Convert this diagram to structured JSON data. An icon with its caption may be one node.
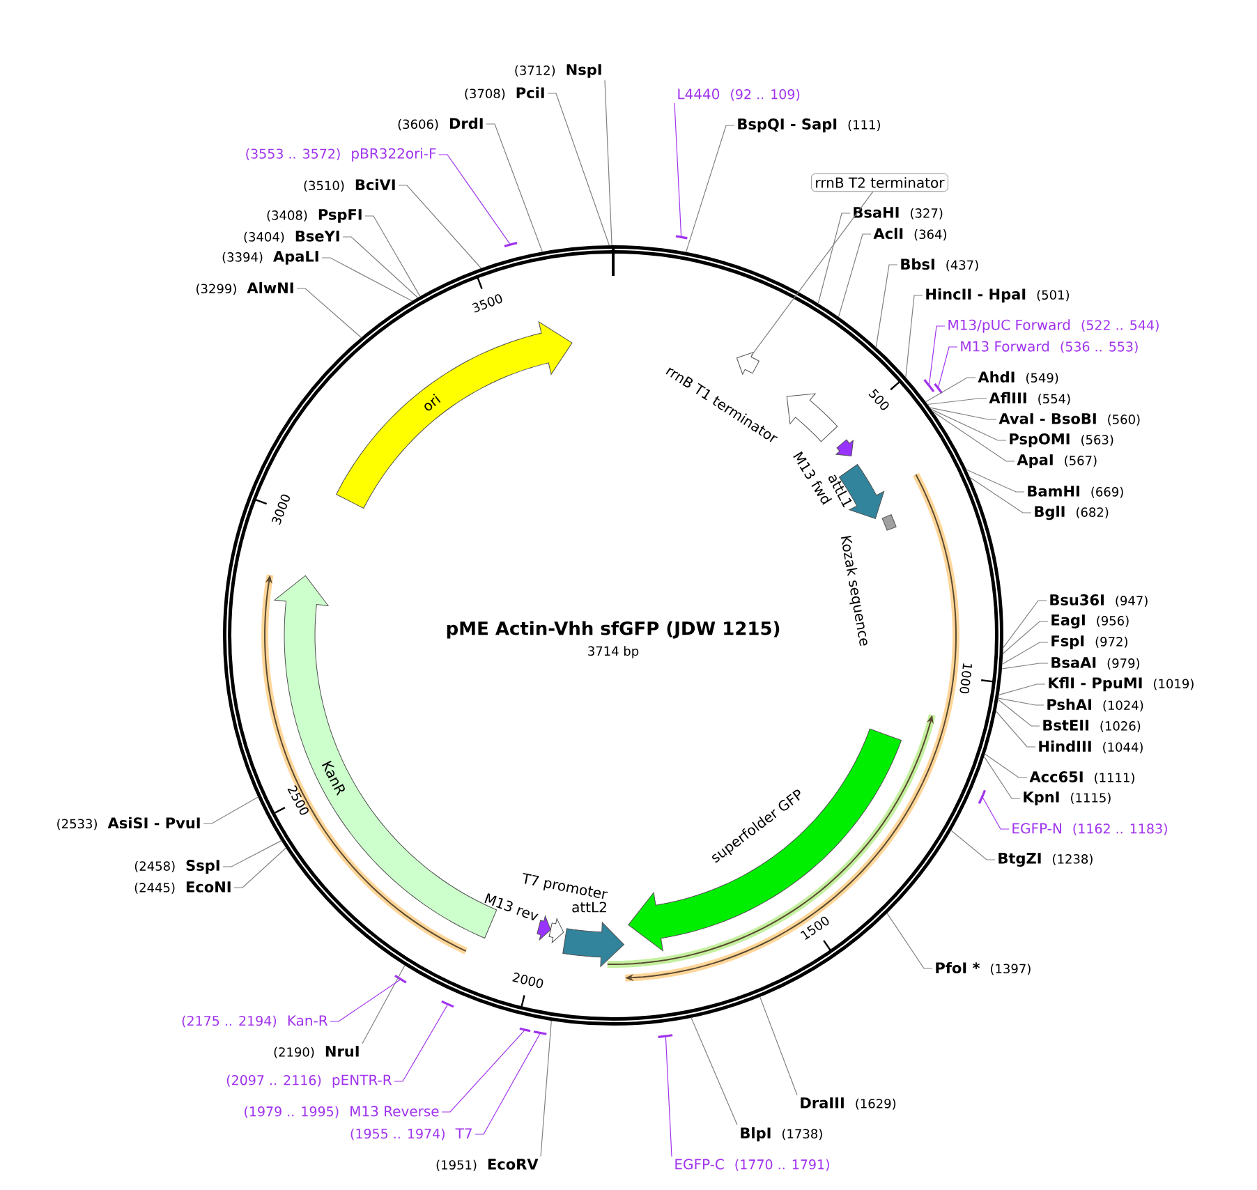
{
  "diagram": {
    "title": "pME Actin-Vhh sfGFP (JDW 1215)",
    "nodes": [
      {
        "text": [],
        "shape": "circle"
      },
      {
        "text": [
          "L4440",
          "(92 .. 109)"
        ]
      },
      {
        "text": [
          "BspQI - SapI",
          "(111)"
        ]
      },
      {
        "text": [
          "rrnB T2 terminator"
        ]
      },
      {
        "text": [
          "BsaHI",
          "(327)"
        ]
      },
      {
        "text": [
          "AclI",
          "(364)"
        ]
      },
      {
        "text": [
          "BbsI",
          "(437)"
        ]
      },
      {
        "text": [
          "HincII - HpaI",
          "(501)"
        ]
      },
      {
        "text": [
          "M13/pUC Forward",
          "(522 .. 544)"
        ]
      },
      {
        "text": [
          "M13 Forward",
          "(536 .. 553)"
        ]
      },
      {
        "text": [
          "AhdI",
          "(549)"
        ]
      },
      {
        "text": [
          "AflIII",
          "(554)"
        ]
      },
      {
        "text": [
          "AvaI - BsoBI",
          "(560)"
        ]
      },
      {
        "text": [
          "PspOMI",
          "(563)"
        ]
      },
      {
        "text": [
          "ApaI",
          "(567)"
        ]
      },
      {
        "text": [
          "BamHI",
          "(669)"
        ]
      },
      {
        "text": [
          "BglI",
          "(682)"
        ]
      },
      {
        "text": [
          "Bsu36I",
          "(947)"
        ]
      },
      {
        "text": [
          "EagI",
          "(956)"
        ]
      },
      {
        "text": [
          "FspI",
          "(972)"
        ]
      },
      {
        "text": [
          "BsaAI",
          "(979)"
        ]
      },
      {
        "text": [
          "KflI - PpuMI",
          "(1019)"
        ]
      },
      {
        "text": [
          "PshAI",
          "(1024)"
        ]
      },
      {
        "text": [
          "BstEII",
          "(1026)"
        ]
      },
      {
        "text": [
          "HindIII",
          "(1044)"
        ]
      },
      {
        "text": [
          "Acc65I",
          "(1111)"
        ]
      },
      {
        "text": [
          "KpnI",
          "(1115)"
        ]
      },
      {
        "text": [
          "EGFP-N",
          "(1162 .. 1183)"
        ]
      },
      {
        "text": [
          "BtgZI",
          "(1238)"
        ]
      },
      {
        "text": [
          "PfoI *",
          "(1397)"
        ]
      },
      {
        "text": [
          "DraIII",
          "(1629)"
        ]
      },
      {
        "text": [
          "BlpI",
          "(1738)"
        ]
      },
      {
        "text": [
          "EGFP-C",
          "(1770 .. 1791)"
        ]
      },
      {
        "text": [
          "(1951)",
          "EcoRV"
        ]
      },
      {
        "text": [
          "(1955 .. 1974)",
          "T7"
        ]
      },
      {
        "text": [
          "(1979 .. 1995)",
          "M13 Reverse"
        ]
      },
      {
        "text": [
          "(2097 .. 2116)",
          "pENTR-R"
        ]
      },
      {
        "text": [
          "(2190)",
          "NruI"
        ]
      },
      {
        "text": [
          "(2175 .. 2194)",
          "Kan-R"
        ]
      },
      {
        "text": [
          "(2445)",
          "EcoNI"
        ]
      },
      {
        "text": [
          "(2458)",
          "SspI"
        ]
      },
      {
        "text": [
          "(2533)",
          "AsiSI - PvuI"
        ]
      },
      {
        "text": [
          "(3299)",
          "AlwNI"
        ]
      },
      {
        "text": [
          "(3394)",
          "ApaLI"
        ]
      },
      {
        "text": [
          "(3404)",
          "BseYI"
        ]
      },
      {
        "text": [
          "(3408)",
          "PspFI"
        ]
      },
      {
        "text": [
          "(3510)",
          "BciVI"
        ]
      },
      {
        "text": [
          "(3553 .. 3572)",
          "pBR322ori-F"
        ]
      },
      {
        "text": [
          "(3606)",
          "DrdI"
        ]
      },
      {
        "text": [
          "(3708)",
          "PciI"
        ]
      },
      {
        "text": [
          "(3712)",
          "NspI"
        ]
      },
      {
        "text": [
          "ori"
        ],
        "in": 0
      },
      {
        "text": [
          "KanR"
        ],
        "in": 0
      },
      {
        "text": [
          "superfolder GFP"
        ],
        "in": 0
      },
      {
        "text": [
          "attL1"
        ],
        "in": 0
      },
      {
        "text": [
          "attL2"
        ],
        "in": 0
      },
      {
        "text": [
          "rrnB T1 terminator"
        ],
        "in": 0
      },
      {
        "text": [
          "M13 fwd"
        ],
        "in": 0
      },
      {
        "text": [
          "Kozak sequence"
        ],
        "in": 0
      },
      {
        "text": [],
        "shape": "arrow",
        "in": 0
      },
      {
        "text": [
          "T7 promoter"
        ],
        "in": 0
      },
      {
        "text": [
          "M13 rev"
        ],
        "in": 0
      }
    ],
    "edges": [
      {
        "from": 1,
        "to": 0,
        "arrow": "none",
        "color": "#a033ee"
      },
      {
        "from": 2,
        "to": 0,
        "arrow": "none"
      },
      {
        "from": 4,
        "to": 0,
        "arrow": "none"
      },
      {
        "from": 5,
        "to": 0,
        "arrow": "none"
      },
      {
        "from": 6,
        "to": 0,
        "arrow": "none"
      },
      {
        "from": 7,
        "to": 0,
        "arrow": "none"
      },
      {
        "from": 8,
        "to": 0,
        "arrow": "none",
        "color": "#a033ee"
      },
      {
        "from": 9,
        "to": 0,
        "arrow": "none",
        "color": "#a033ee"
      },
      {
        "from": 10,
        "to": 0,
        "arrow": "none"
      },
      {
        "from": 11,
        "to": 0,
        "arrow": "none"
      },
      {
        "from": 12,
        "to": 0,
        "arrow": "none"
      },
      {
        "from": 13,
        "to": 0,
        "arrow": "none"
      },
      {
        "from": 14,
        "to": 0,
        "arrow": "none"
      },
      {
        "from": 15,
        "to": 0,
        "arrow": "none"
      },
      {
        "from": 16,
        "to": 0,
        "arrow": "none"
      },
      {
        "from": 17,
        "to": 0,
        "arrow": "none"
      },
      {
        "from": 18,
        "to": 0,
        "arrow": "none"
      },
      {
        "from": 19,
        "to": 0,
        "arrow": "none"
      },
      {
        "from": 20,
        "to": 0,
        "arrow": "none"
      },
      {
        "from": 21,
        "to": 0,
        "arrow": "none"
      },
      {
        "from": 22,
        "to": 0,
        "arrow": "none"
      },
      {
        "from": 23,
        "to": 0,
        "arrow": "none"
      },
      {
        "from": 24,
        "to": 0,
        "arrow": "none"
      },
      {
        "from": 25,
        "to": 0,
        "arrow": "none"
      },
      {
        "from": 26,
        "to": 0,
        "arrow": "none"
      },
      {
        "from": 27,
        "to": 0,
        "arrow": "none",
        "color": "#a033ee"
      },
      {
        "from": 28,
        "to": 0,
        "arrow": "none"
      },
      {
        "from": 29,
        "to": 0,
        "arrow": "none"
      },
      {
        "from": 30,
        "to": 0,
        "arrow": "none"
      },
      {
        "from": 31,
        "to": 0,
        "arrow": "none"
      },
      {
        "from": 32,
        "to": 0,
        "arrow": "none",
        "color": "#a033ee"
      },
      {
        "from": 33,
        "to": 0,
        "arrow": "none"
      },
      {
        "from": 34,
        "to": 0,
        "arrow": "none",
        "color": "#a033ee"
      },
      {
        "from": 35,
        "to": 0,
        "arrow": "none",
        "color": "#a033ee"
      },
      {
        "from": 36,
        "to": 0,
        "arrow": "none",
        "color": "#a033ee"
      },
      {
        "from": 37,
        "to": 0,
        "arrow": "none"
      },
      {
        "from": 38,
        "to": 0,
        "arrow": "none",
        "color": "#a033ee"
      },
      {
        "from": 39,
        "to": 0,
        "arrow": "none"
      },
      {
        "from": 40,
        "to": 0,
        "arrow": "none"
      },
      {
        "from": 41,
        "to": 0,
        "arrow": "none"
      },
      {
        "from": 42,
        "to": 0,
        "arrow": "none"
      },
      {
        "from": 43,
        "to": 0,
        "arrow": "none"
      },
      {
        "from": 44,
        "to": 0,
        "arrow": "none"
      },
      {
        "from": 45,
        "to": 0,
        "arrow": "none"
      },
      {
        "from": 46,
        "to": 0,
        "arrow": "none"
      },
      {
        "from": 47,
        "to": 0,
        "arrow": "none",
        "color": "#a033ee"
      },
      {
        "from": 48,
        "to": 0,
        "arrow": "none"
      },
      {
        "from": 49,
        "to": 0,
        "arrow": "none"
      },
      {
        "from": 50,
        "to": 0,
        "arrow": "none"
      },
      {
        "from": 3,
        "to": 59,
        "arrow": "none"
      }
    ],
    "labels": [
      "3714 bp",
      "500",
      "1000",
      "1500",
      "2000",
      "2500",
      "3000",
      "3500"
    ]
  }
}
